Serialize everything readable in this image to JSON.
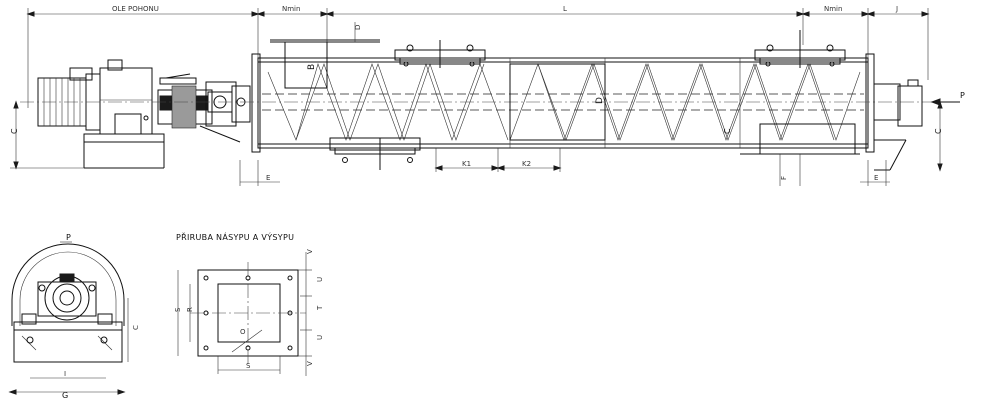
{
  "labels": {
    "ole_pohonu": "OLE POHONU",
    "nmin_left": "Nmin",
    "length": "L",
    "nmin_right": "Nmin",
    "j": "J",
    "p_arrow": "P",
    "c_left": "C",
    "c_right": "C",
    "c_mid": "C",
    "e_left": "E",
    "e_right": "E",
    "b": "B",
    "d_top": "D",
    "d_screw": "D",
    "k1": "K1",
    "k2": "K2",
    "f": "F",
    "p_end": "P",
    "c_end": "C",
    "g": "G",
    "i": "I",
    "flange_title": "PŘIRUBA NÁSYPU A VÝSYPU",
    "s_left": "S",
    "r": "R",
    "u_top": "U",
    "t": "T",
    "u_bottom": "U",
    "v_top": "V",
    "v_bottom": "V",
    "s_bottom": "S",
    "o": "O"
  }
}
